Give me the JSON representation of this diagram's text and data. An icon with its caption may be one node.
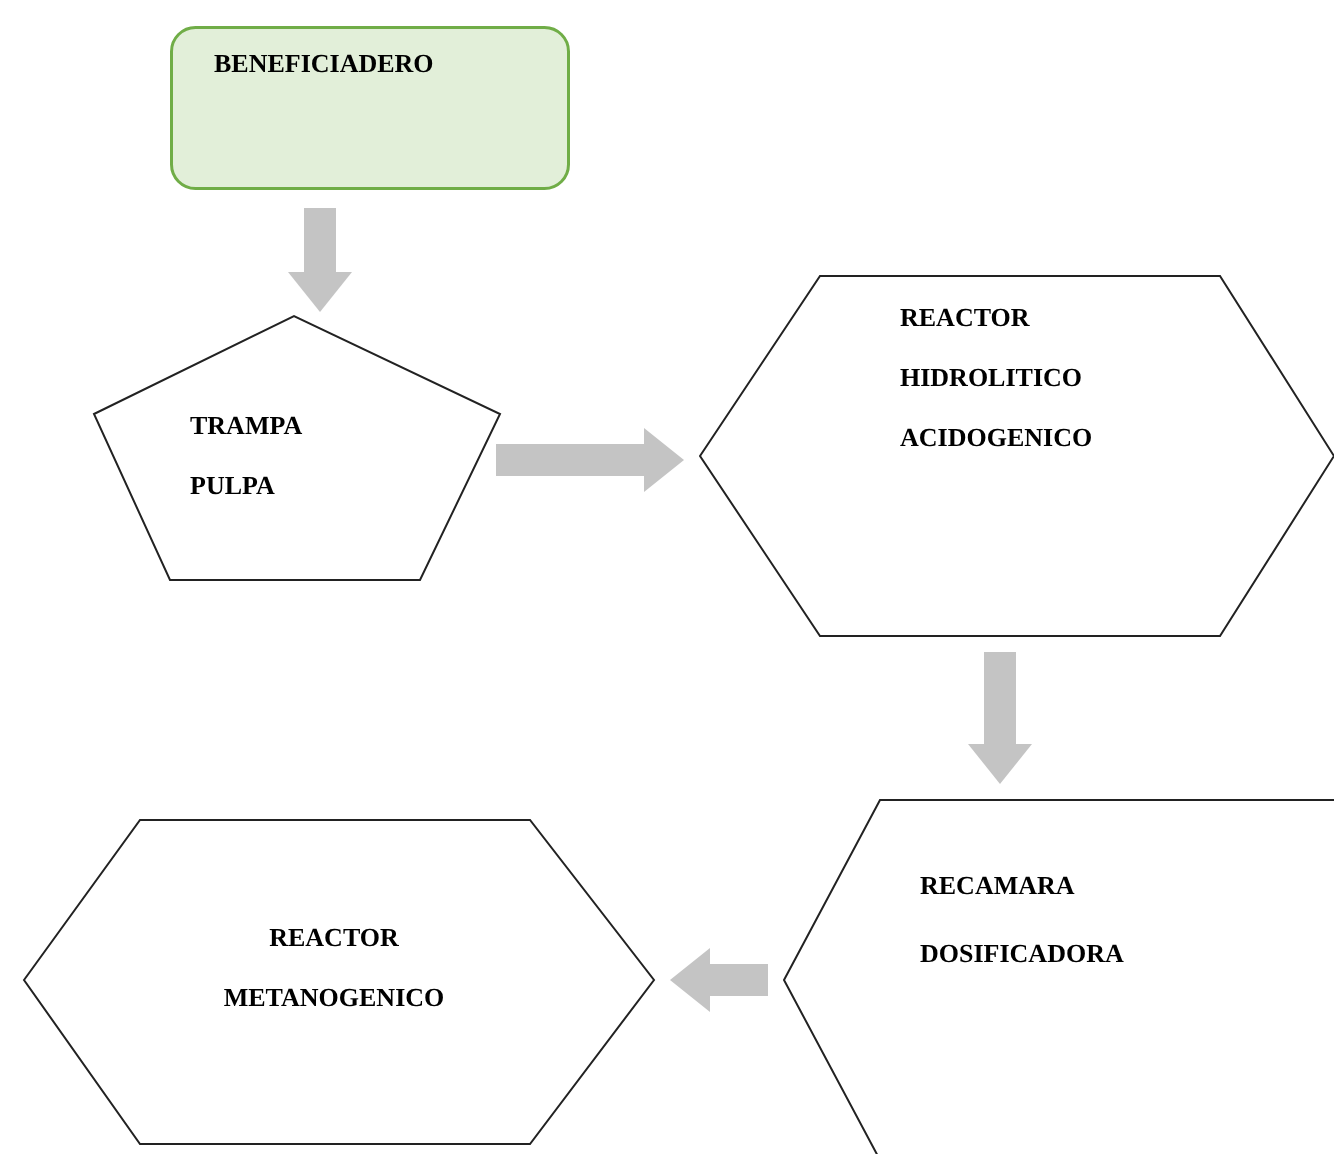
{
  "diagram": {
    "nodes": [
      {
        "text": [
          "BENEFICIADERO"
        ]
      },
      {
        "text": [
          "TRAMPA PULPA"
        ]
      },
      {
        "text": [
          "REACTOR HIDROLITICO ACIDOGENICO"
        ]
      },
      {
        "text": [
          "RECAMARA DOSIFICADORA"
        ]
      },
      {
        "text": [
          "REACTOR METANOGENICO"
        ]
      }
    ],
    "edges": [
      {
        "from": 0,
        "to": 1,
        "arrow": "to"
      },
      {
        "from": 1,
        "to": 2,
        "arrow": "to"
      },
      {
        "from": 2,
        "to": 3,
        "arrow": "to"
      },
      {
        "from": 3,
        "to": 4,
        "arrow": "to"
      }
    ]
  }
}
